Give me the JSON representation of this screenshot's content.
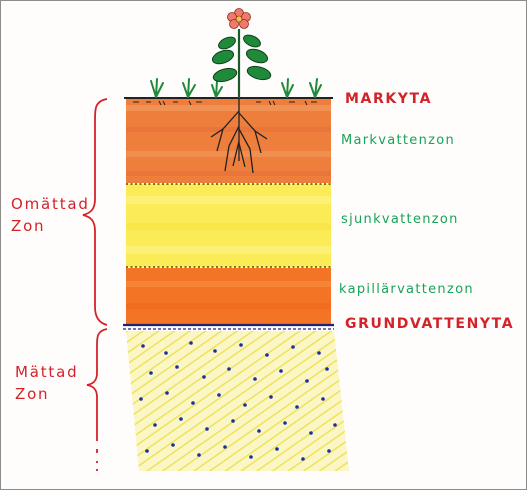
{
  "labels": {
    "markyta": "MARKYTA",
    "markvattenzon": "Markvattenzon",
    "sjunkvattenzon": "sjunkvattenzon",
    "kapillarvattenzon": "kapillärvattenzon",
    "grundvattenyta": "GRUNDVATTENYTA"
  },
  "zones": {
    "omattad_line1": "Omättad",
    "omattad_line2": "Zon",
    "mattad_line1": "Mättad",
    "mattad_line2": "Zon"
  },
  "colors": {
    "red_text": "#d2232a",
    "green_text": "#19a35a",
    "soil_orange": "#f08a3e",
    "sjunk_yellow": "#fbee5e",
    "kapillar_orange": "#f47a2a",
    "saturated_yellow": "#f7ef8a",
    "water_dots": "#1a2fa0",
    "plant_green": "#1f8a3a",
    "flower": "#f08a7a"
  }
}
